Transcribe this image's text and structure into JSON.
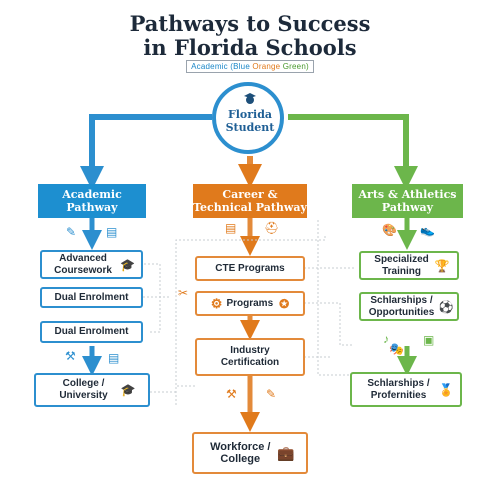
{
  "title_line1": "Pathways to Success",
  "title_line2": "in Florida Schools",
  "legend": {
    "a": "Academic (Blue",
    "b": "Orange",
    "c": "Green)"
  },
  "center": "Florida Student",
  "academic": {
    "header": "Academic Pathway",
    "items": [
      "Advanced Coursework",
      "Dual Enrolment",
      "Dual Enrolment",
      "College / University"
    ]
  },
  "cte": {
    "header": "Career & Technical Pathway",
    "items": [
      "CTE Programs",
      "Programs",
      "Industry Certification",
      "Workforce / College"
    ]
  },
  "arts": {
    "header": "Arts & Athletics Pathway",
    "items": [
      "Specialized Training",
      "Schlarships / Opportunities",
      "Schlarships / Profernities"
    ]
  },
  "colors": {
    "blue": "#1a87c8",
    "orange": "#e07a1c",
    "green": "#5aa83a"
  }
}
